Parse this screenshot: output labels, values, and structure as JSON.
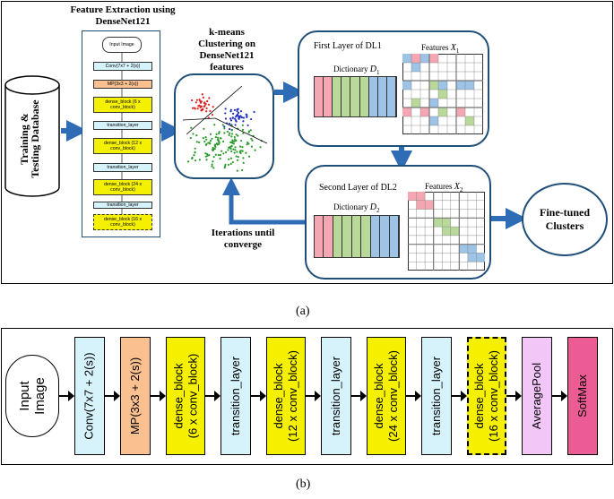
{
  "panel_a": {
    "caption": "(a)",
    "database_label": [
      "Training &",
      "Testing",
      "Database"
    ],
    "feature_title": [
      "Feature Extraction using",
      "DenseNet121"
    ],
    "mini_network": [
      "Input Image",
      "Conv(7x7 + 2(s))",
      "MP(3x3 + 2(s))",
      "dense_block (6 x conv_block)",
      "transition_layer",
      "dense_block (12 x conv_block)",
      "transition_layer",
      "dense_block (24 x conv_block)",
      "transition_layer",
      "dense_block (16 x conv_block)"
    ],
    "kmeans_title": [
      "k-means",
      "Clustering on",
      "DenseNet121",
      "features"
    ],
    "dl1_title": "First Layer of DL1",
    "dl1_dict_label": "Dictionary",
    "dl1_dict_symbol": "D",
    "dl1_dict_sub": "1",
    "dl1_feat_label": "Features",
    "dl1_feat_symbol": "X",
    "dl1_feat_sub": "1",
    "dl2_title": "Second Layer of DL2",
    "dl2_dict_label": "Dictionary",
    "dl2_dict_symbol": "D",
    "dl2_dict_sub": "2",
    "dl2_feat_label": "Features",
    "dl2_feat_symbol": "X",
    "dl2_feat_sub": "2",
    "iterations_label": [
      "Iterations until",
      "converge"
    ],
    "finetuned_label": [
      "Fine-tuned",
      "Clusters"
    ]
  },
  "panel_b": {
    "caption": "(b)",
    "input_label": [
      "Input",
      "Image"
    ],
    "layers": [
      {
        "lines": [
          "Conv(7x7 + 2(s))"
        ],
        "color": "#d6f3fb",
        "dashed": false
      },
      {
        "lines": [
          "MP(3x3 + 2(s))"
        ],
        "color": "#fbc08f",
        "dashed": false
      },
      {
        "lines": [
          "dense_block",
          "(6 x conv_block)"
        ],
        "color": "#f4f000",
        "dashed": false
      },
      {
        "lines": [
          "transition_layer"
        ],
        "color": "#d6f3fb",
        "dashed": false
      },
      {
        "lines": [
          "dense_block",
          "(12 x conv_block)"
        ],
        "color": "#f4f000",
        "dashed": false
      },
      {
        "lines": [
          "transition_layer"
        ],
        "color": "#d6f3fb",
        "dashed": false
      },
      {
        "lines": [
          "dense_block",
          "(24 x conv_block)"
        ],
        "color": "#f4f000",
        "dashed": false
      },
      {
        "lines": [
          "transition_layer"
        ],
        "color": "#d6f3fb",
        "dashed": false
      },
      {
        "lines": [
          "dense_block",
          "(16 x conv_block)"
        ],
        "color": "#f4f000",
        "dashed": true
      },
      {
        "lines": [
          "AveragePool"
        ],
        "color": "#f3c6f8",
        "dashed": false
      },
      {
        "lines": [
          "SoftMax"
        ],
        "color": "#ea5c93",
        "dashed": false
      }
    ]
  },
  "colors": {
    "arrow_blue": "#2e6db5",
    "box_border": "#1f4e79",
    "dict_red": "#f4a7b2",
    "dict_green": "#b9d99a",
    "dict_blue": "#9dc3e6"
  }
}
